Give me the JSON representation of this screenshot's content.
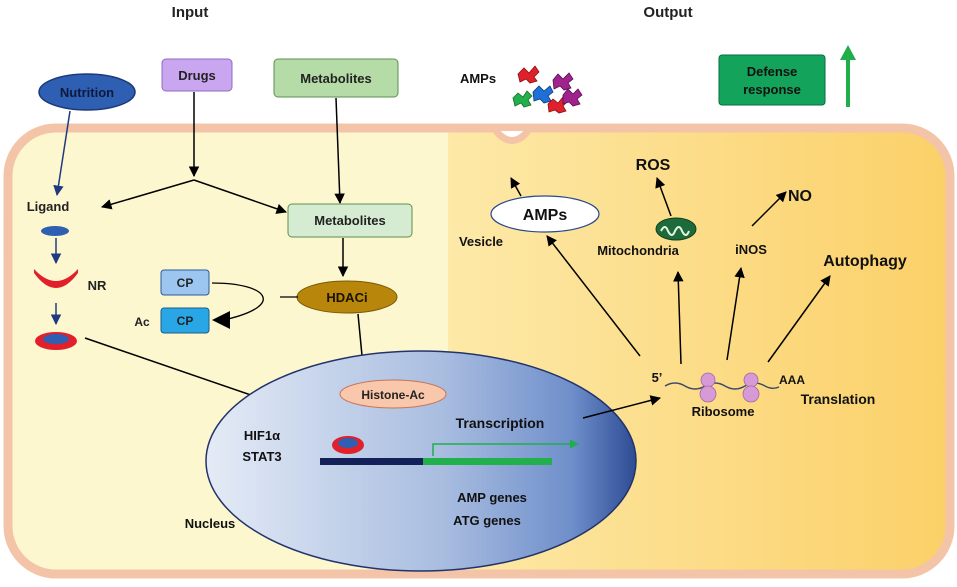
{
  "headers": {
    "input": "Input",
    "output": "Output"
  },
  "input_nodes": {
    "nutrition": "Nutrition",
    "drugs": "Drugs",
    "metabolites_top": "Metabolites",
    "metabolites_inner": "Metabolites",
    "ligand": "Ligand",
    "nr": "NR",
    "cp_top": "CP",
    "cp_bottom": "CP",
    "ac": "Ac",
    "hdaci": "HDACi"
  },
  "nucleus": {
    "label": "Nucleus",
    "histone_ac": "Histone-Ac",
    "transcription": "Transcription",
    "tf_1": "HIF1α",
    "tf_2": "STAT3",
    "genes_1": "AMP genes",
    "genes_2": "ATG genes"
  },
  "output_nodes": {
    "amps_outside": "AMPs",
    "amps_vesicle": "AMPs",
    "vesicle": "Vesicle",
    "ros": "ROS",
    "mitochondria": "Mitochondria",
    "no": "NO",
    "inos": "iNOS",
    "autophagy": "Autophagy",
    "five_prime": "5’",
    "polya": "AAA",
    "ribosome": "Ribosome",
    "translation": "Translation",
    "defense_1": "Defense",
    "defense_2": "response"
  },
  "colors": {
    "input_bg": "#fdf7cf",
    "output_bg": "#fbd77c",
    "membrane": "#f4c4a8",
    "nutrition": "#2f5fb3",
    "drugs": "#c9a6ef",
    "metabolites": "#b5dba7",
    "metabolites_inner": "#d6ecd2",
    "cp": "#9cc6ef",
    "cp_ac": "#29a6e6",
    "hdaci": "#b8860b",
    "histone": "#f9c7ac",
    "nucleus": "#8fa9d6",
    "defense": "#14a35a",
    "arrow_green": "#1fae4b",
    "receptor_red": "#e0202a",
    "dna_blue": "#14205a",
    "dna_green": "#22b04c",
    "ribosome": "#d89ad7"
  },
  "icons": [
    "mitochondria-icon",
    "amp-peptide-icon",
    "ribosome-icon",
    "nuclear-receptor-icon",
    "up-arrow-icon"
  ]
}
